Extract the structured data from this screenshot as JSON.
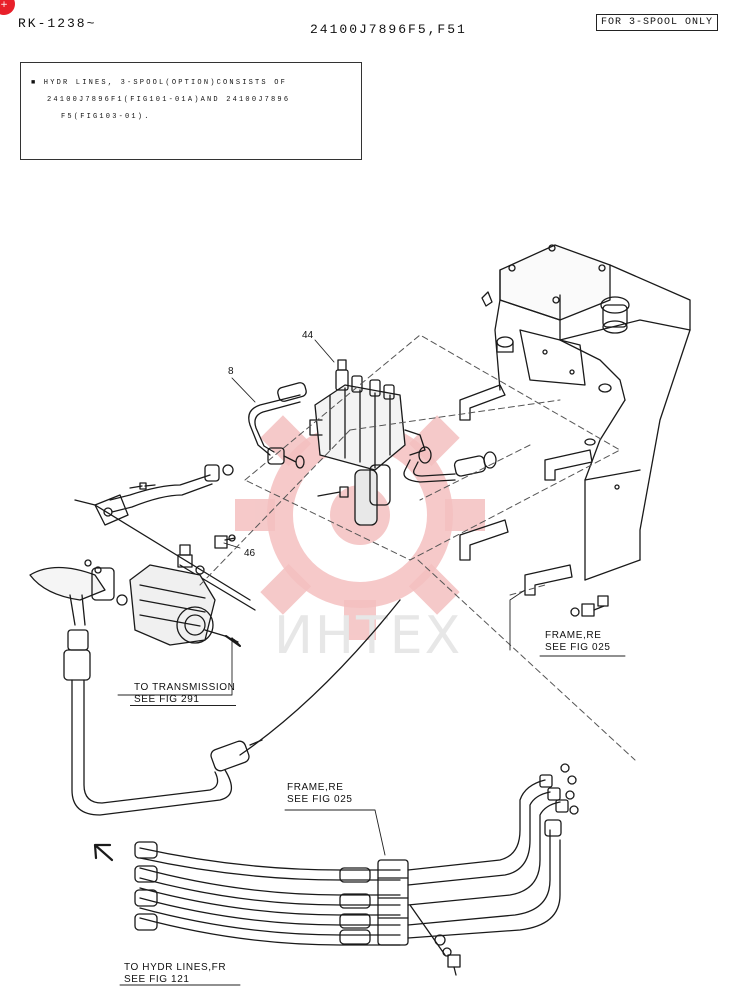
{
  "header": {
    "left_code": "RK-1238~",
    "part_number": "24100J7896F5,F51",
    "spool_tag": "FOR 3-SPOOL ONLY"
  },
  "note": {
    "line1": "■ HYDR LINES, 3-SPOOL(OPTION)CONSISTS OF",
    "line2": "24100J7896F1(FIG101-01A)AND 24100J7896",
    "line3": "F5(FIG103-01)."
  },
  "callouts": {
    "item_44": "44",
    "item_8": "8",
    "item_46": "46"
  },
  "references": {
    "transmission_line1": "TO TRANSMISSION",
    "transmission_line2": "SEE FIG 291",
    "frame_right_line1": "FRAME,RE",
    "frame_right_line2": "SEE FIG 025",
    "frame_mid_line1": "FRAME,RE",
    "frame_mid_line2": "SEE FIG 025",
    "hydr_line1": "TO HYDR LINES,FR",
    "hydr_line2": "SEE FIG 121"
  },
  "watermark": {
    "text": "ИНТЕХ",
    "color": "#f2b8b8"
  },
  "corner_badge": {
    "color": "#e8202a"
  }
}
